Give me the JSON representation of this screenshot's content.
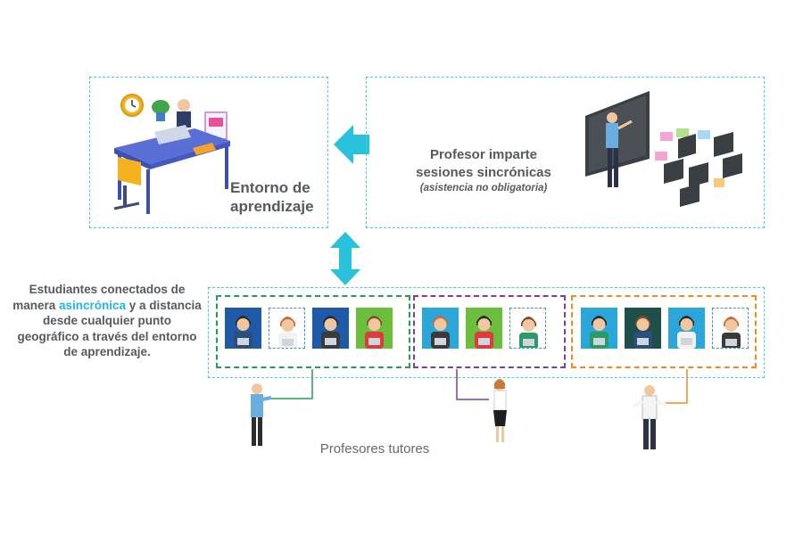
{
  "labels": {
    "entorno_line1": "Entorno de",
    "entorno_line2": "aprendizaje",
    "profesor_line1": "Profesor imparte",
    "profesor_line2": "sesiones sincrónicas",
    "profesor_sub": "(asistencia no obligatoria)",
    "estudiantes_pre": "Estudiantes conectados de manera ",
    "estudiantes_highlight": "asincrónica",
    "estudiantes_post": " y a distancia desde cualquier punto geográfico a través del entorno de aprendizaje.",
    "tutores": "Profesores tutores"
  },
  "colors": {
    "cyan": "#4cc8dc",
    "green_group": "#22a052",
    "purple_group": "#7a3fa0",
    "orange_group": "#f08a24",
    "highlight": "#22b6e2"
  },
  "groups": [
    {
      "name": "group-green",
      "cards": [
        "#1f5aa8",
        "dashed",
        "#1f5aa8",
        "#6cbf3c"
      ]
    },
    {
      "name": "group-purple",
      "cards": [
        "#2aa6d8",
        "#6cbf3c",
        "dashed"
      ]
    },
    {
      "name": "group-orange",
      "cards": [
        "#2aa6d8",
        "#1e4f4a",
        "#2aa6d8",
        "dashed"
      ]
    }
  ]
}
